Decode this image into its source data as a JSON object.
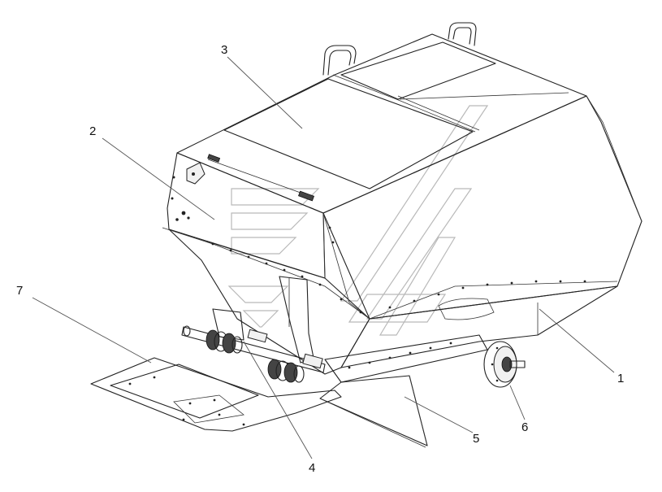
{
  "callouts": [
    {
      "id": "1",
      "label": "1"
    },
    {
      "id": "2",
      "label": "2"
    },
    {
      "id": "3",
      "label": "3"
    },
    {
      "id": "4",
      "label": "4"
    },
    {
      "id": "5",
      "label": "5"
    },
    {
      "id": "6",
      "label": "6"
    },
    {
      "id": "7",
      "label": "7"
    }
  ],
  "colors": {
    "line": "#222222",
    "watermark": "#b9b9b9",
    "background": "#ffffff"
  }
}
